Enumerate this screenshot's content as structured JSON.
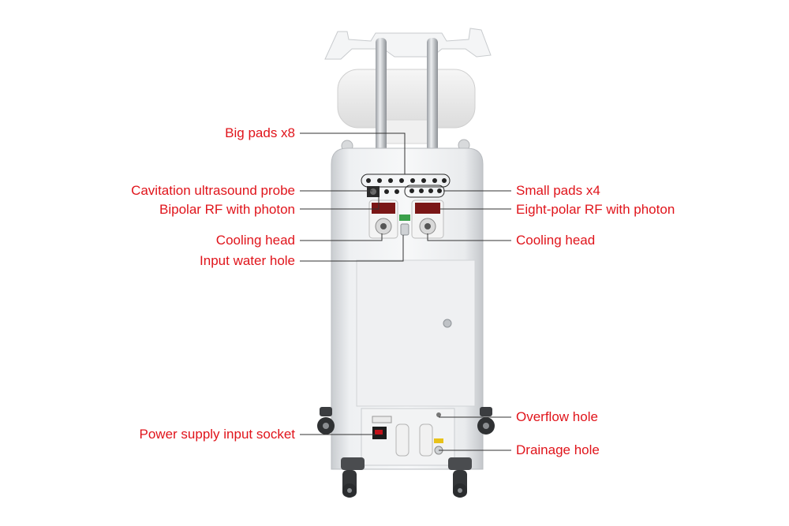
{
  "callouts": {
    "big_pads": "Big pads x8",
    "cavitation_probe": "Cavitation ultrasound probe",
    "bipolar_rf": "Bipolar RF with photon",
    "cooling_head_left": "Cooling head",
    "input_water_hole": "Input water hole",
    "power_socket": "Power supply input socket",
    "small_pads": "Small pads x4",
    "eight_polar_rf": "Eight-polar RF with photon",
    "cooling_head_right": "Cooling head",
    "overflow_hole": "Overflow hole",
    "drainage_hole": "Drainage hole"
  },
  "colors": {
    "label_text": "#e0141b",
    "leader_line": "#333333",
    "cabinet": "#e4e6e8",
    "background": "#ffffff"
  }
}
